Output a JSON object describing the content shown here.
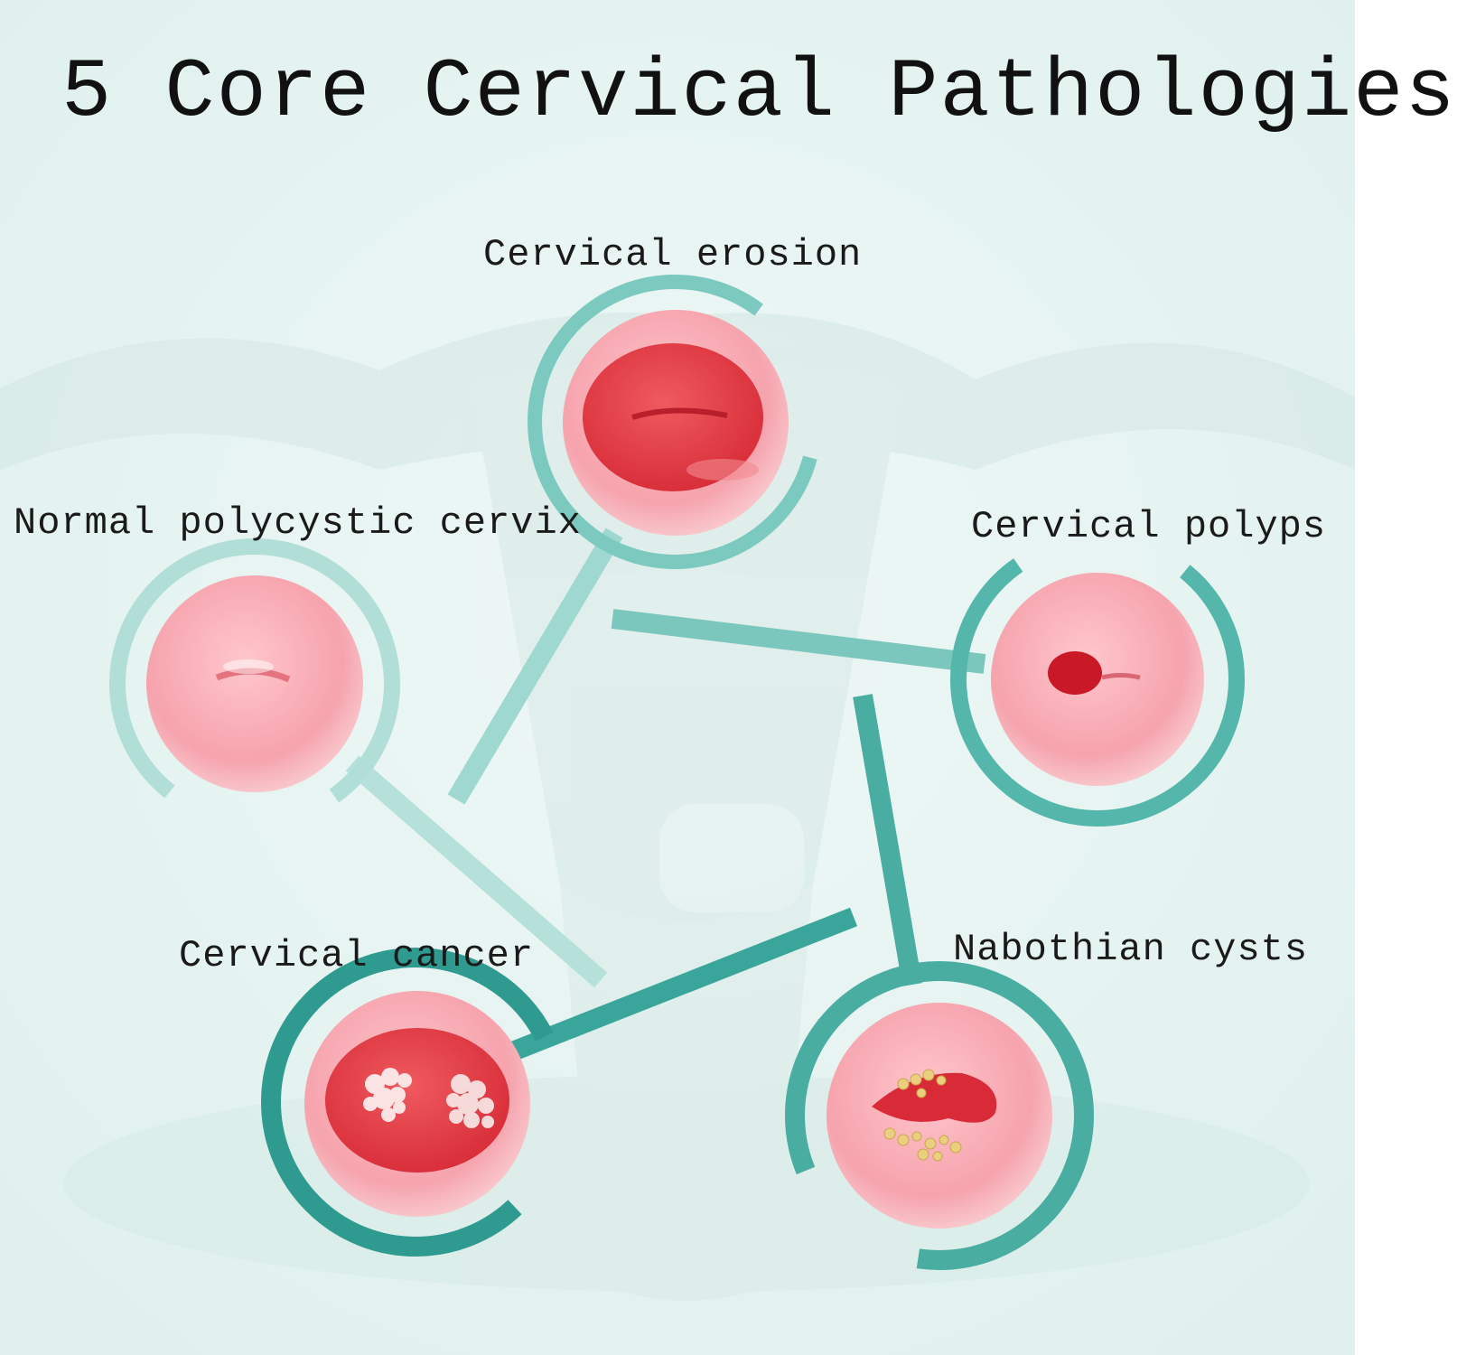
{
  "title": "5 Core Cervical Pathologies",
  "labels": {
    "cervical_erosion": "Cervical erosion",
    "normal_polycystic_cervix": "Normal polycystic cervix",
    "cervical_polyps": "Cervical polyps",
    "cervical_cancer": "Cervical cancer",
    "nabothian_cysts": "Nabothian cysts"
  },
  "colors": {
    "background": "#e6f3f1",
    "ring_teal": "#3aa59a",
    "ring_teal_light": "#9fd6cf",
    "tissue_pink": "#f4a9b1",
    "lesion_red": "#e0313d",
    "cyst_yellow": "#e8c978"
  }
}
